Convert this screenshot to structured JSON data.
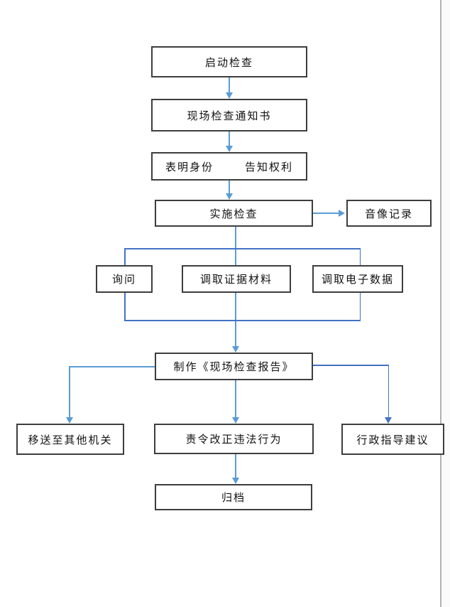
{
  "diagram": {
    "nodes": [
      {
        "id": "start",
        "label": "启动检查"
      },
      {
        "id": "notice",
        "label": "现场检查通知书"
      },
      {
        "id": "identity",
        "label_left": "表明身份",
        "label_right": "告知权利"
      },
      {
        "id": "implement",
        "label": "实施检查"
      },
      {
        "id": "av_record",
        "label": "音像记录"
      },
      {
        "id": "inquiry",
        "label": "询问"
      },
      {
        "id": "evidence",
        "label": "调取证据材料"
      },
      {
        "id": "edata",
        "label": "调取电子数据"
      },
      {
        "id": "report",
        "label": "制作《现场检查报告》"
      },
      {
        "id": "transfer",
        "label": "移送至其他机关"
      },
      {
        "id": "order",
        "label": "责令改正违法行为"
      },
      {
        "id": "guidance",
        "label": "行政指导建议"
      },
      {
        "id": "archive",
        "label": "归档"
      }
    ],
    "colors": {
      "connector_light": "#5b9bd5",
      "connector_dark": "#4472c4",
      "box_border": "#3d3d3d",
      "page_edge_line": "#b3b3b3",
      "background": "#ffffff"
    }
  }
}
